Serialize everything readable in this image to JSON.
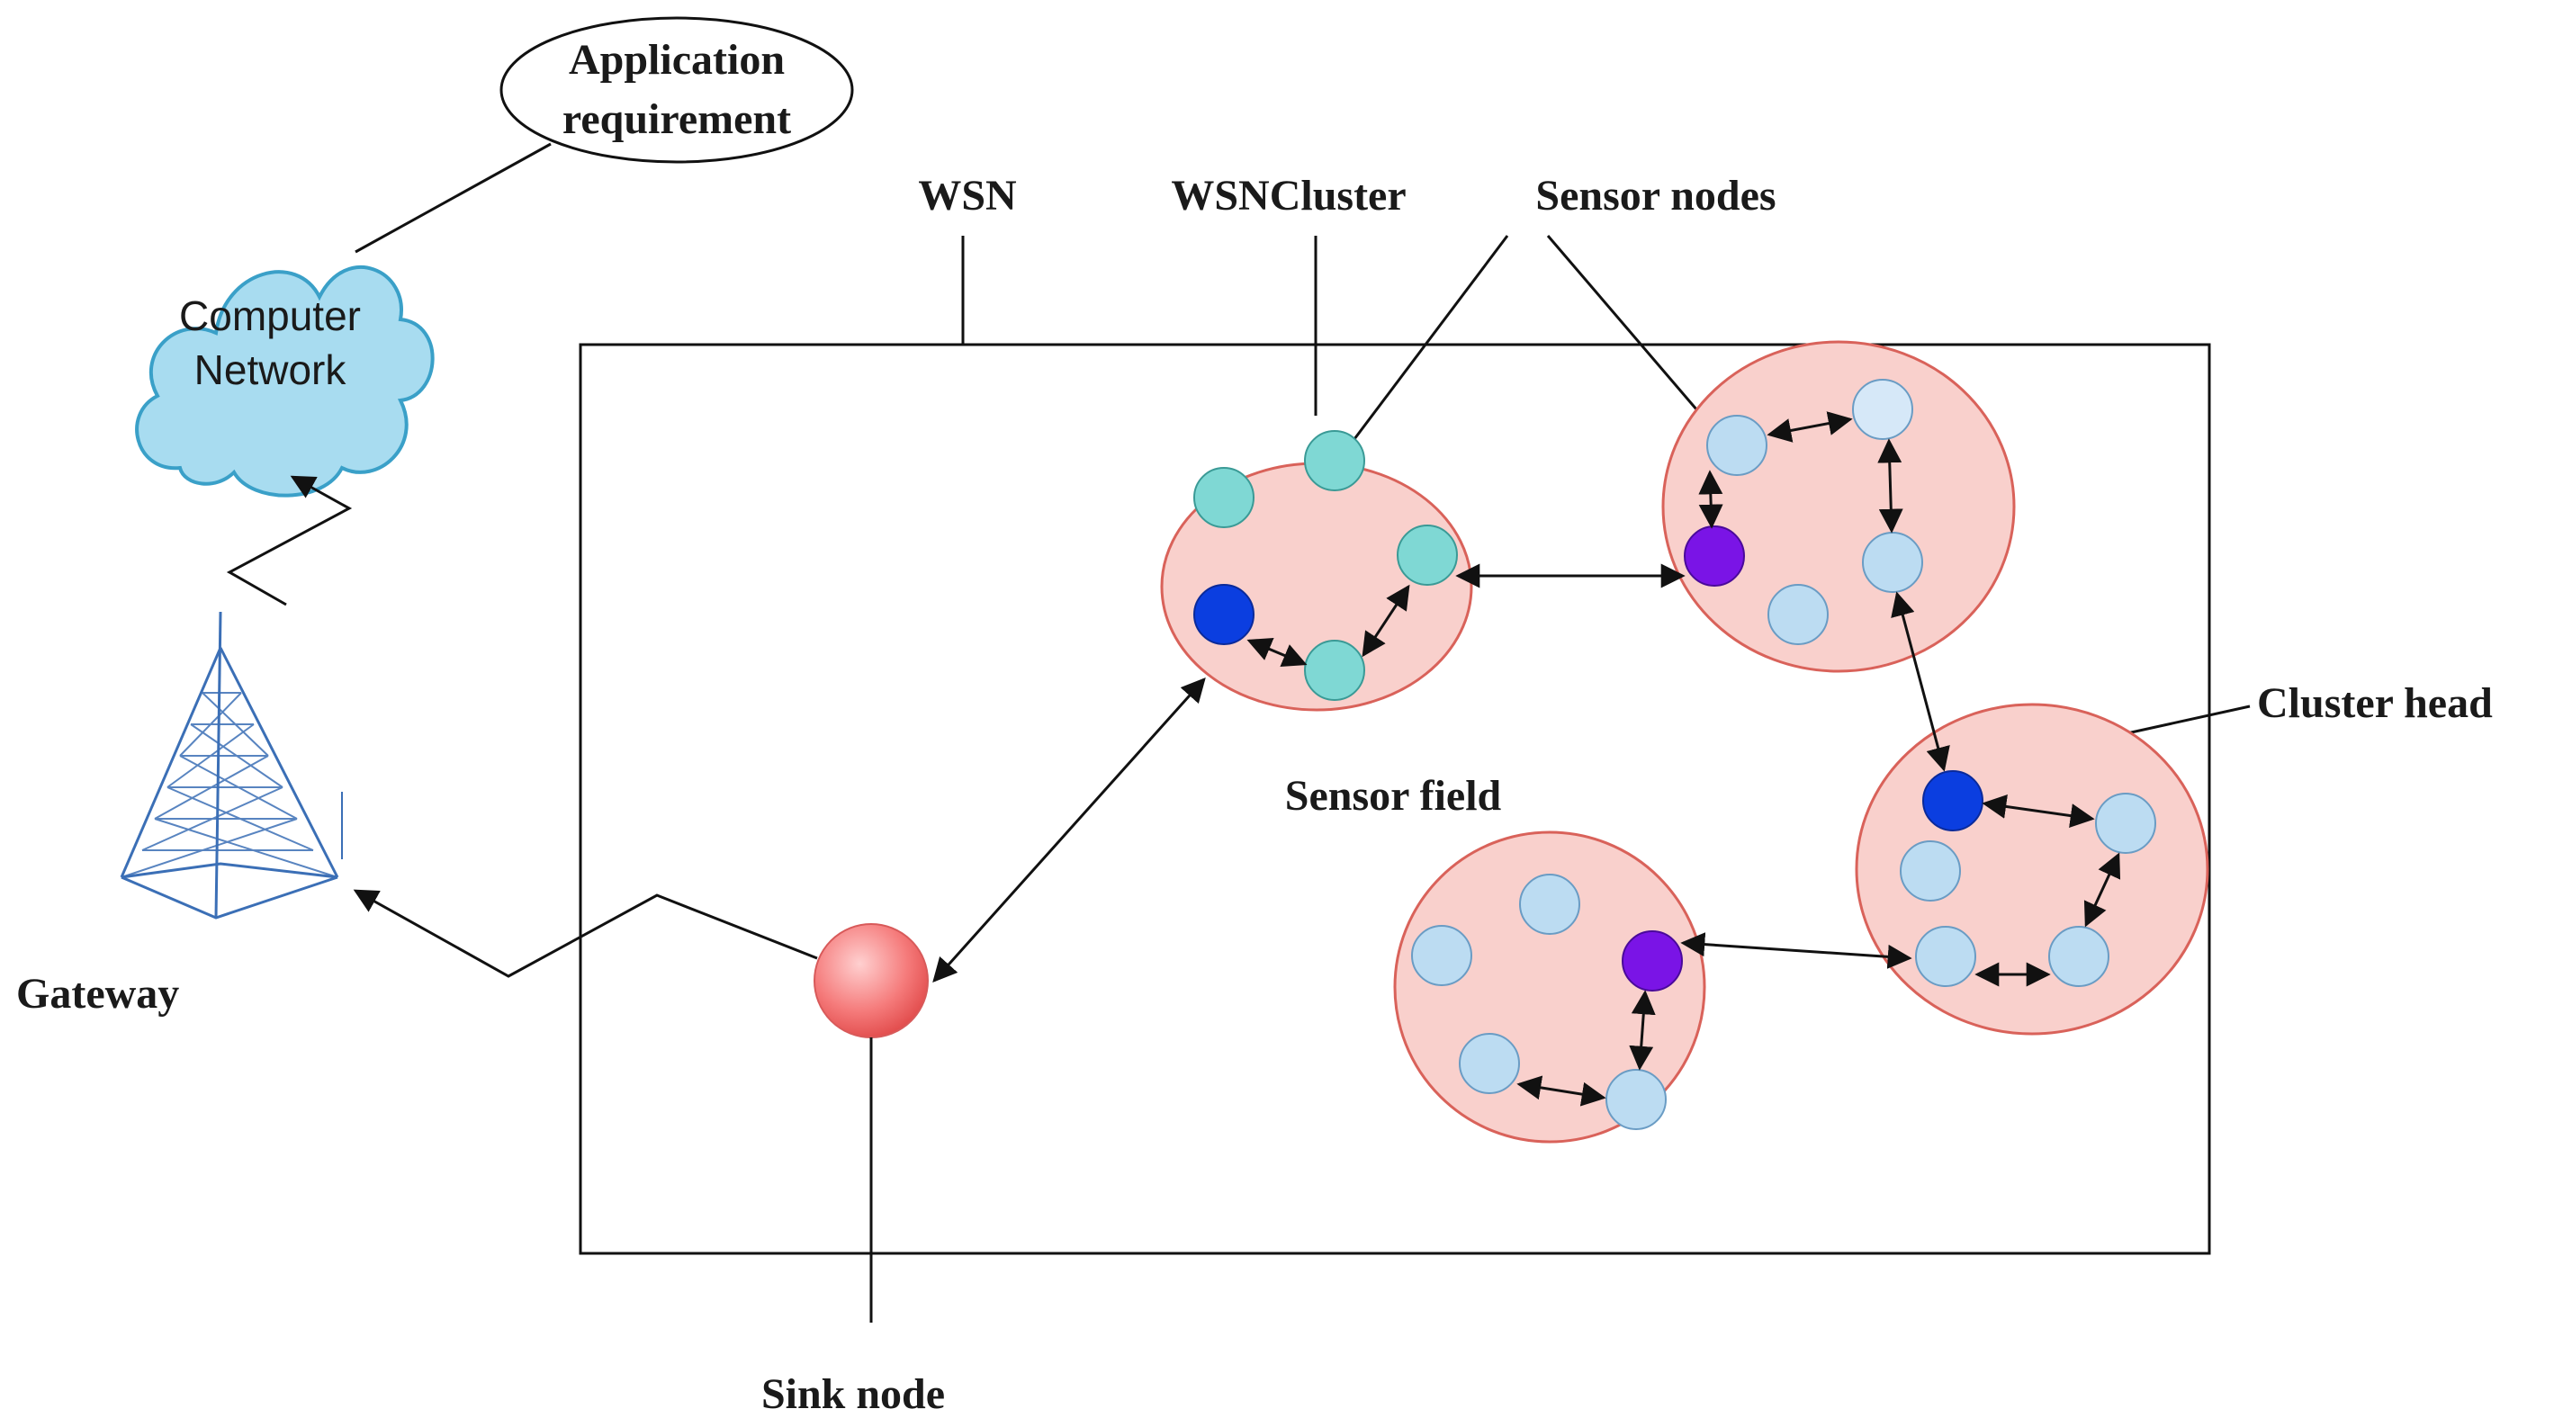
{
  "labels": {
    "application_requirement": [
      "Application",
      "requirement"
    ],
    "computer_network": [
      "Computer",
      "Network"
    ],
    "wsn": "WSN",
    "wsn_cluster": "WSNCluster",
    "sensor_nodes": "Sensor nodes",
    "cluster_head": "Cluster head",
    "sensor_field": "Sensor field",
    "gateway": "Gateway",
    "sink_node": "Sink node"
  },
  "colors": {
    "cluster_fill": "#f9d0cc",
    "cluster_stroke": "#d9625a",
    "teal_node": "#7fd8d4",
    "light_blue_node": "#bcdcf2",
    "cluster_head_blue": "#0b3ee0",
    "cluster_head_purple": "#7a14e6",
    "sink_node": "#f26d6d",
    "cloud_fill": "#a8dcf0",
    "cloud_stroke": "#3aa0c8",
    "tower": "#3b6fb6"
  }
}
